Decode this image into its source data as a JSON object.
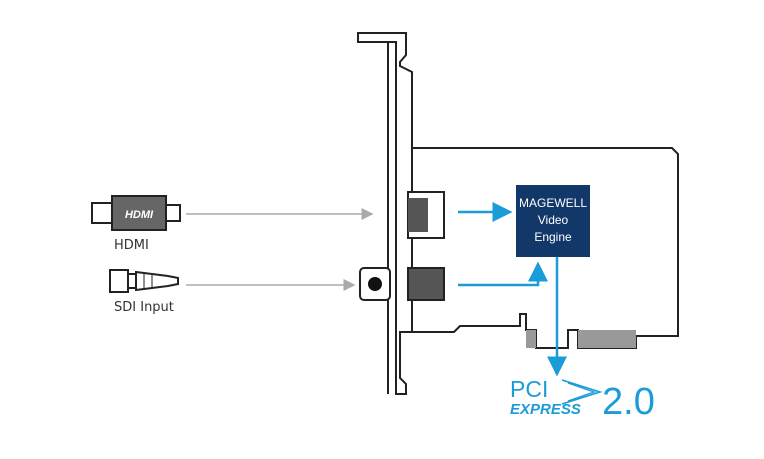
{
  "inputs": {
    "hdmi_label": "HDMI",
    "sdi_label": "SDI Input",
    "hdmi_logo_text": "HDMI"
  },
  "chip": {
    "line1": "MAGEWELL",
    "line2": "Video",
    "line3": "Engine"
  },
  "pcie": {
    "pci": "PCI",
    "express": "EXPRESS",
    "version": "2.0"
  },
  "colors": {
    "accent": "#1a9cd8",
    "chip_bg": "#12386a",
    "line_gray": "#aaaaaa",
    "connector_dark": "#555555",
    "outline": "#222222"
  }
}
